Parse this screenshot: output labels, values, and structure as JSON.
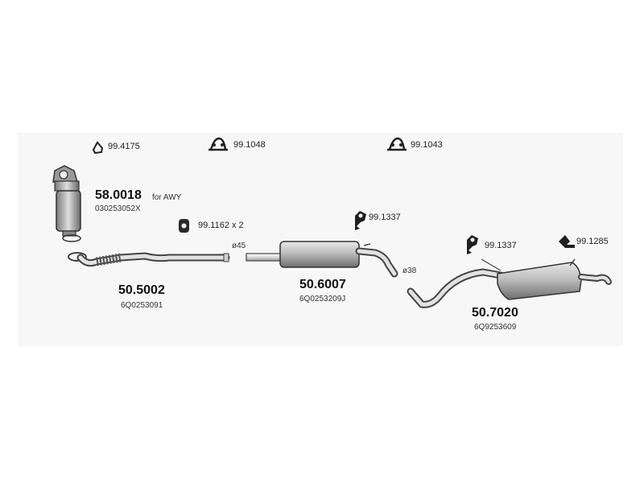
{
  "clamps": {
    "c1": "99.4175",
    "c2": "99.1048",
    "c3": "99.1043"
  },
  "catalyst": {
    "code": "58.0018",
    "note": "for AWY",
    "oem": "030253052X"
  },
  "mount_1162": "99.1162 x 2",
  "front_pipe": {
    "code": "50.5002",
    "oem": "6Q0253091"
  },
  "middle_silencer": {
    "code": "50.6007",
    "oem": "6Q0253209J",
    "inlet_diameter": "ø45",
    "outlet_diameter": "ø38"
  },
  "rear_silencer": {
    "code": "50.7020",
    "oem": "6Q9253609"
  },
  "hanger_a": "99.1337",
  "hanger_b": "99.1337",
  "hanger_c": "99.1285"
}
